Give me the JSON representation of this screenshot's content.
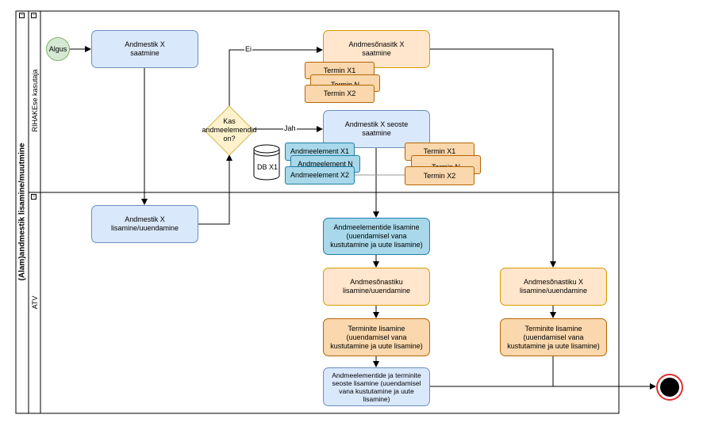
{
  "pool": {
    "title": "(Alam)andmestik lisamine/muutmine"
  },
  "lanes": {
    "top": "RIHAKEse kasutaja",
    "bottom": "ATV"
  },
  "events": {
    "start": "Algus"
  },
  "gateway": {
    "label": "Kas andmeelemendid on?",
    "yes": "Jah",
    "no": "Ei"
  },
  "tasks": {
    "send_dataset": "Andmestik X saatmine",
    "send_vocabulary": "Andmesõnasitk X saatmine",
    "send_links": "Andmestik X seoste saatmine",
    "add_dataset": "Andmestik X lisamine/uuendamine",
    "add_elements": "Andmeelementide lisamine (uuendamisel vana kustutamine ja uute lisamine)",
    "add_vocab": "Andmesõnastiku lisamine/uuendamine",
    "add_terms": "Terminite lisamine (uuendamisel vana kustutamine ja uute lisamine)",
    "add_links": "Andmeelementide ja terminite seoste lisamine (uuendamisel vana kustutamine ja uute lisamine)",
    "add_vocab_x": "Andmesõnastiku X lisamine/uuendamine",
    "add_terms_x": "Terminite lisamine (uuendamisel vana kustutamine ja uute lisamine)"
  },
  "terms_group_1": [
    "Termin X1",
    "Termin N",
    "Termin X2"
  ],
  "terms_group_2": [
    "Termin X1",
    "Termin N",
    "Termin X2"
  ],
  "elements_group": [
    "Andmeelement X1",
    "Andmeelement N",
    "Andmeelement X2"
  ],
  "database": {
    "label": "DB X1"
  },
  "colors": {
    "task_blue": "#dae8fc",
    "task_cyan": "#a8d8ea",
    "task_peach": "#ffe6cc",
    "task_orange": "#fad7ac",
    "start_green": "#d5e8d4",
    "gateway_yellow": "#fff2cc",
    "end_red": "#e03030"
  }
}
